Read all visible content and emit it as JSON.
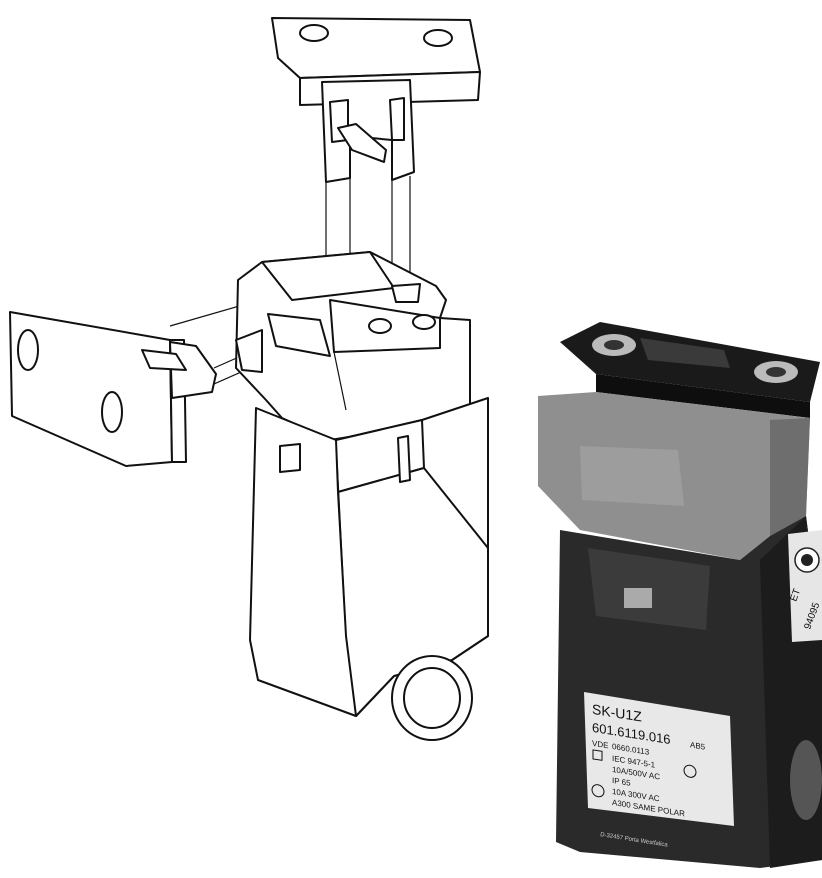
{
  "product_label": {
    "model": "SK-U1Z",
    "part_number": "601.6119.016",
    "revision": "AB5",
    "vde_prefix": "VDE",
    "vde_number": "0660.0113",
    "iec": "IEC 947-5-1",
    "rating_1": "10A/500V AC",
    "ip": "IP 65",
    "rating_2": "10A 300V AC",
    "ul_rating": "A300 SAME POLAR",
    "address": "D-32457 Porta Westfalica"
  },
  "side_label": {
    "line1": "ET",
    "line2": "94095"
  },
  "colors": {
    "housing_dark": "#2a2a2a",
    "head_grey": "#8f8f8f",
    "actuator_black": "#1a1a1a",
    "label_paper": "#e8e8e8",
    "line": "#111111"
  }
}
